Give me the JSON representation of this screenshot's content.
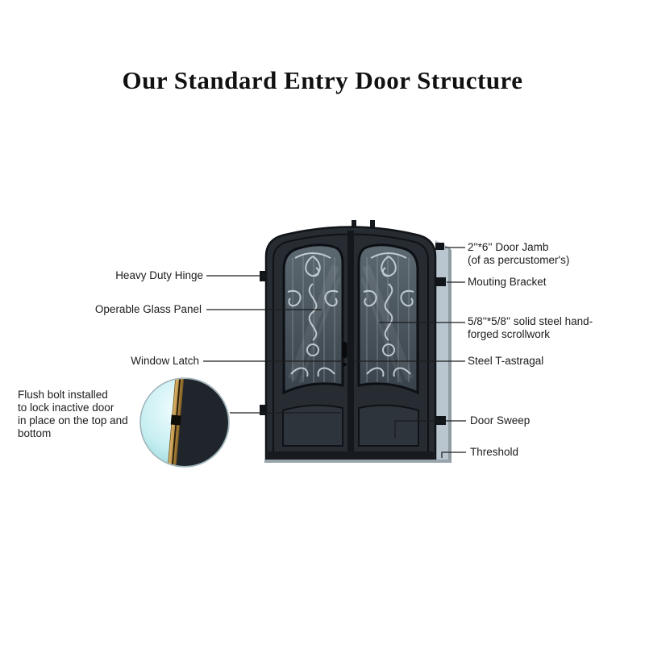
{
  "title": "Our Standard Entry Door Structure",
  "callouts": {
    "heavy_duty_hinge": "Heavy Duty Hinge",
    "operable_glass_panel": "Operable Glass Panel",
    "window_latch": "Window Latch",
    "flush_bolt": "Flush bolt installed\nto lock inactive door\nin place on the top and\nbottom",
    "door_jamb": "2''*6'' Door Jamb\n(of as percustomer's)",
    "mouting_bracket": "Mouting Bracket",
    "scrollwork": "5/8''*5/8'' solid steel hand-\nforged scrollwork",
    "steel_t_astragal": "Steel T-astragal",
    "door_sweep": "Door Sweep",
    "threshold": "Threshold"
  },
  "colors": {
    "door": "#272c32",
    "glass": "#4a565e",
    "jamb": "#b9c6cf",
    "inset_teal": "#bfe9ec",
    "brass_bolt": "#b98e3e",
    "line": "#1c1c1c"
  }
}
